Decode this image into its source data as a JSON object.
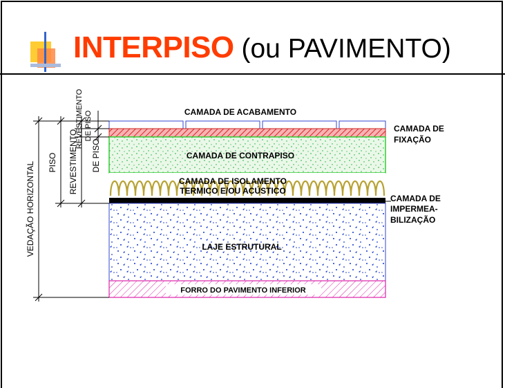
{
  "slide": {
    "title_highlight": "INTERPISO",
    "title_rest": " (ou PAVIMENTO)",
    "accent_color": "#ff3c00",
    "bullet_colors": [
      "#ffcc33",
      "#ff6633",
      "#3366cc"
    ]
  },
  "diagram": {
    "layers": {
      "acabamento": "CAMADA DE ACABAMENTO",
      "contrapiso": "CAMADA DE CONTRAPISO",
      "isolamento_1": "CAMADA DE ISOLAMENTO",
      "isolamento_2": "TERMICO  E/OU ACÚSTICO",
      "laje": "LAJE ESTRUTURAL",
      "forro": "FORRO DO PAVIMENTO INFERIOR"
    },
    "side_labels": {
      "fixacao_1": "CAMADA DE",
      "fixacao_2": "FIXAÇÃO",
      "impermea_1": "CAMADA DE",
      "impermea_2": "IMPERMEA-",
      "impermea_3": "BILIZAÇÃO"
    },
    "dimension_labels": {
      "vedacao": "VEDAÇÃO  HORIZONTAL",
      "piso": "PISO",
      "revestimento_1": "REVESTIMENTO",
      "revestimento_2": "DE  PISO",
      "revestimento_top_1": "REVESTIMENTO",
      "revestimento_top_2": "DE PISO"
    },
    "colors": {
      "contrapiso_fill": "#e8f7e6",
      "contrapiso_dots": "#11aa33",
      "contrapiso_border": "#33cc33",
      "fixacao_hatch": "#dd2222",
      "isolamento_wave": "#b8a233",
      "laje_dots": "#1133cc",
      "forro_hatch": "#dd22aa",
      "tiles": "#3344cc"
    }
  }
}
